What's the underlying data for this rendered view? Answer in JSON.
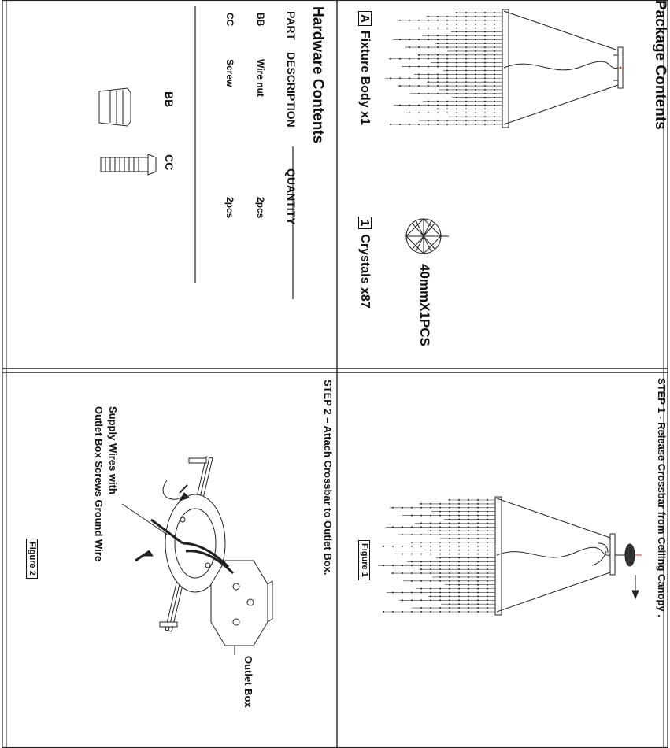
{
  "package": {
    "title": "Package Contents",
    "item_a": {
      "code": "A",
      "label": "Fixture Body  x1"
    },
    "item_1": {
      "code": "1",
      "label": "Crystals x87"
    },
    "crystal_size": "40mmX1PCS"
  },
  "hardware": {
    "title": "Hardware Contents",
    "headers": {
      "part": "PART",
      "description": "DESCRIPTION",
      "quantity": "QUANTITY"
    },
    "rows": [
      {
        "part": "BB",
        "description": "Wire nut",
        "quantity": "2pcs"
      },
      {
        "part": "CC",
        "description": "Screw",
        "quantity": "2pcs"
      }
    ],
    "illustration_labels": {
      "bb": "BB",
      "cc": "CC"
    }
  },
  "step1": {
    "title": "STEP 1 - Release Crossbar from  Ceiling  Canopy .",
    "figure": "Figure 1"
  },
  "step2": {
    "title": "STEP 2  – Attach Crossbar to Outlet Box.",
    "figure": "Figure 2",
    "supply_line1": "Supply Wires with",
    "supply_line2": "Outlet Box Screws Ground Wire",
    "outlet_box": "Outlet Box"
  }
}
